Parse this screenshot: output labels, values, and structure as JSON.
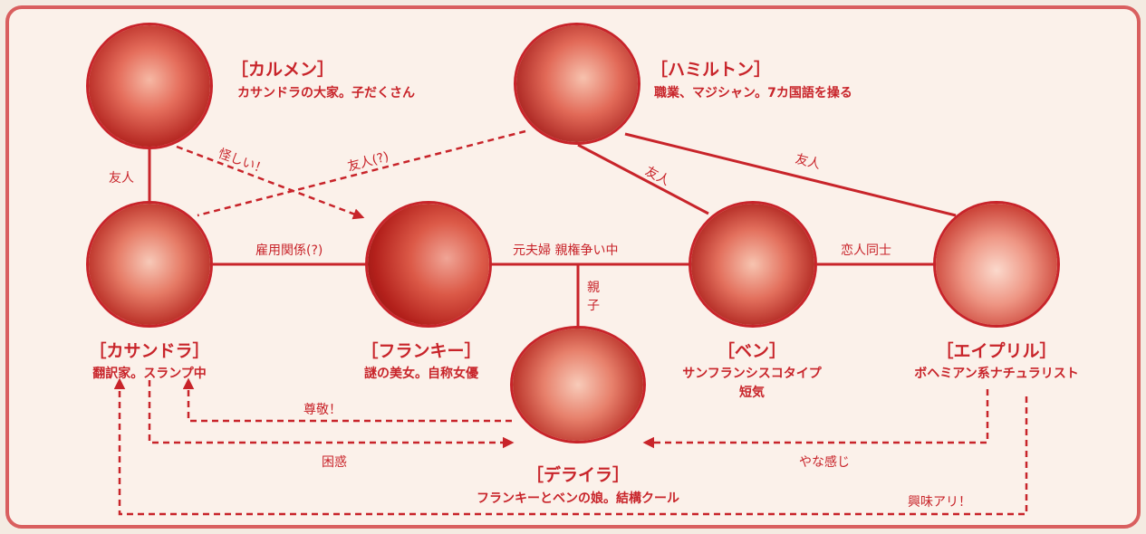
{
  "colors": {
    "accent": "#c8242a",
    "frame": "#d95f5f",
    "background": "#fbf1ea"
  },
  "people": {
    "carmen": {
      "name": "［カルメン］",
      "desc": "カサンドラの大家。子だくさん"
    },
    "hamilton": {
      "name": "［ハミルトン］",
      "desc": "職業、マジシャン。7カ国語を操る"
    },
    "cassandra": {
      "name": "［カサンドラ］",
      "desc": "翻訳家。スランプ中"
    },
    "frankie": {
      "name": "［フランキー］",
      "desc": "謎の美女。自称女優"
    },
    "ben": {
      "name": "［ベン］",
      "desc1": "サンフランシスコタイプ",
      "desc2": "短気"
    },
    "april": {
      "name": "［エイプリル］",
      "desc": "ボヘミアン系ナチュラリスト"
    },
    "delilah": {
      "name": "［デライラ］",
      "desc": "フランキーとベンの娘。結構クール"
    }
  },
  "relations": {
    "carmen_cassandra": "友人",
    "carmen_frankie": "怪しい！",
    "hamilton_cassandra": "友人(?)",
    "hamilton_ben": "友人",
    "hamilton_april": "友人",
    "cassandra_frankie": "雇用関係(?)",
    "frankie_ben": "元夫婦 親権争い中",
    "parent_child": "親子",
    "ben_april": "恋人同士",
    "delilah_cassandra": "尊敬！",
    "cassandra_delilah": "困惑",
    "april_delilah": "やな感じ",
    "cassandra_april": "興味アリ！"
  }
}
